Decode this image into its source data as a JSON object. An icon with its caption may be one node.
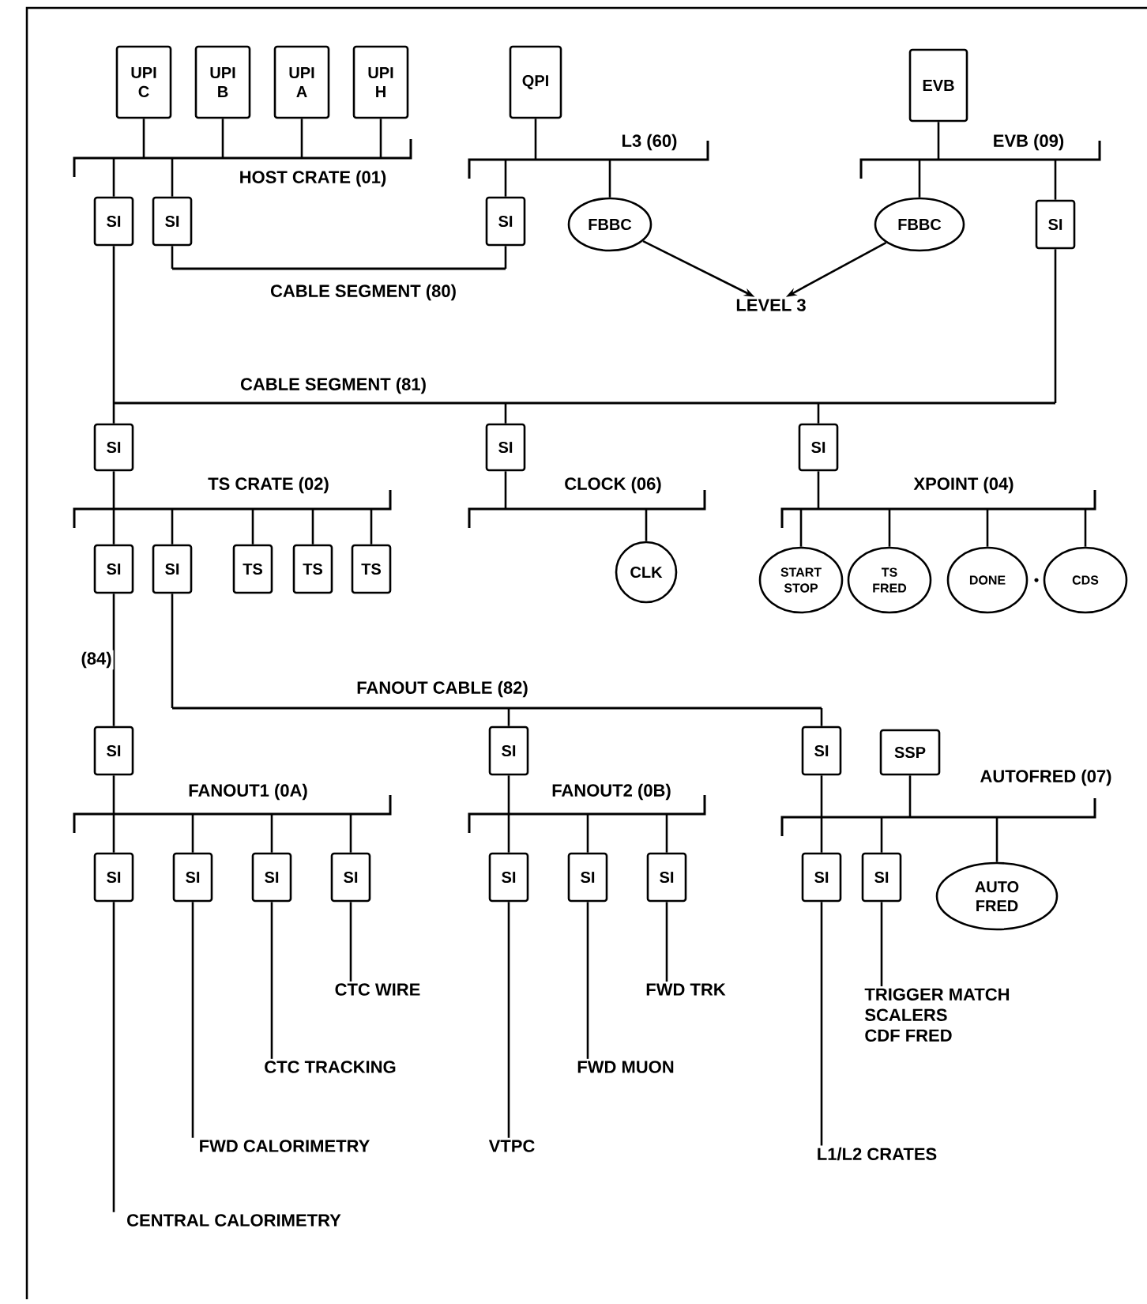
{
  "diagram": {
    "nodes": [
      {
        "text": [
          "UPI C"
        ]
      },
      {
        "text": [
          "UPI B"
        ]
      },
      {
        "text": [
          "UPI A"
        ]
      },
      {
        "text": [
          "UPI H"
        ]
      },
      {
        "text": [
          "QPI"
        ]
      },
      {
        "text": [
          "EVB"
        ]
      },
      {
        "text": [
          "HOST CRATE (01)"
        ]
      },
      {
        "text": [
          "L3 (60)"
        ]
      },
      {
        "text": [
          "EVB (09)"
        ]
      },
      {
        "text": [
          "SI"
        ]
      },
      {
        "text": [
          "SI"
        ]
      },
      {
        "text": [
          "SI"
        ]
      },
      {
        "text": [
          "FBBC"
        ]
      },
      {
        "text": [
          "FBBC"
        ]
      },
      {
        "text": [
          "SI"
        ]
      },
      {
        "text": [
          "LEVEL 3"
        ]
      },
      {
        "text": [
          "CABLE SEGMENT (80)"
        ]
      },
      {
        "text": [
          "CABLE SEGMENT (81)"
        ]
      },
      {
        "text": [
          "SI"
        ]
      },
      {
        "text": [
          "SI"
        ]
      },
      {
        "text": [
          "SI"
        ]
      },
      {
        "text": [
          "TS CRATE (02)"
        ]
      },
      {
        "text": [
          "CLOCK (06)"
        ]
      },
      {
        "text": [
          "XPOINT (04)"
        ]
      },
      {
        "text": [
          "SI"
        ]
      },
      {
        "text": [
          "SI"
        ]
      },
      {
        "text": [
          "TS"
        ]
      },
      {
        "text": [
          "TS"
        ]
      },
      {
        "text": [
          "TS"
        ]
      },
      {
        "text": [
          "CLK"
        ]
      },
      {
        "text": [
          "START STOP"
        ]
      },
      {
        "text": [
          "TS FRED"
        ]
      },
      {
        "text": [
          "DONE"
        ]
      },
      {
        "text": [
          "CDS"
        ]
      },
      {
        "text": [
          "FANOUT CABLE (82)"
        ]
      },
      {
        "text": [
          "SI"
        ]
      },
      {
        "text": [
          "SI"
        ]
      },
      {
        "text": [
          "SI"
        ]
      },
      {
        "text": [
          "SSP"
        ]
      },
      {
        "text": [
          "FANOUT1 (0A)"
        ]
      },
      {
        "text": [
          "FANOUT2 (0B)"
        ]
      },
      {
        "text": [
          "AUTOFRED (07)"
        ]
      },
      {
        "text": [
          "SI"
        ]
      },
      {
        "text": [
          "SI"
        ]
      },
      {
        "text": [
          "SI"
        ]
      },
      {
        "text": [
          "SI"
        ]
      },
      {
        "text": [
          "SI"
        ]
      },
      {
        "text": [
          "SI"
        ]
      },
      {
        "text": [
          "SI"
        ]
      },
      {
        "text": [
          "SI"
        ]
      },
      {
        "text": [
          "SI"
        ]
      },
      {
        "text": [
          "AUTO FRED"
        ]
      },
      {
        "text": [
          "CTC WIRE"
        ]
      },
      {
        "text": [
          "CTC TRACKING"
        ]
      },
      {
        "text": [
          "FWD CALORIMETRY"
        ]
      },
      {
        "text": [
          "CENTRAL CALORIMETRY"
        ]
      },
      {
        "text": [
          "FWD TRK"
        ]
      },
      {
        "text": [
          "FWD MUON"
        ]
      },
      {
        "text": [
          "VTPC"
        ]
      },
      {
        "text": [
          "TRIGGER MATCH",
          "SCALERS",
          "CDF FRED"
        ]
      },
      {
        "text": [
          "L1/L2 CRATES"
        ]
      }
    ],
    "edges": [
      {
        "from": 0,
        "to": 6,
        "arrow": "none"
      },
      {
        "from": 1,
        "to": 6,
        "arrow": "none"
      },
      {
        "from": 2,
        "to": 6,
        "arrow": "none"
      },
      {
        "from": 3,
        "to": 6,
        "arrow": "none"
      },
      {
        "from": 4,
        "to": 7,
        "arrow": "none"
      },
      {
        "from": 5,
        "to": 8,
        "arrow": "none"
      },
      {
        "from": 6,
        "to": 9,
        "arrow": "none"
      },
      {
        "from": 6,
        "to": 10,
        "arrow": "none"
      },
      {
        "from": 7,
        "to": 11,
        "arrow": "none"
      },
      {
        "from": 7,
        "to": 12,
        "arrow": "none"
      },
      {
        "from": 8,
        "to": 13,
        "arrow": "none"
      },
      {
        "from": 8,
        "to": 14,
        "arrow": "none"
      },
      {
        "from": 12,
        "to": 15,
        "arrow": "to"
      },
      {
        "from": 13,
        "to": 15,
        "arrow": "to"
      },
      {
        "from": 10,
        "to": 16,
        "arrow": "none"
      },
      {
        "from": 11,
        "to": 16,
        "arrow": "none"
      },
      {
        "from": 9,
        "to": 17,
        "arrow": "none"
      },
      {
        "from": 14,
        "to": 17,
        "arrow": "none"
      },
      {
        "from": 17,
        "to": 18,
        "arrow": "none"
      },
      {
        "from": 17,
        "to": 19,
        "arrow": "none"
      },
      {
        "from": 17,
        "to": 20,
        "arrow": "none"
      },
      {
        "from": 18,
        "to": 21,
        "arrow": "none"
      },
      {
        "from": 19,
        "to": 22,
        "arrow": "none"
      },
      {
        "from": 20,
        "to": 23,
        "arrow": "none"
      },
      {
        "from": 21,
        "to": 24,
        "arrow": "none"
      },
      {
        "from": 21,
        "to": 25,
        "arrow": "none"
      },
      {
        "from": 21,
        "to": 26,
        "arrow": "none"
      },
      {
        "from": 21,
        "to": 27,
        "arrow": "none"
      },
      {
        "from": 21,
        "to": 28,
        "arrow": "none"
      },
      {
        "from": 22,
        "to": 29,
        "arrow": "none"
      },
      {
        "from": 23,
        "to": 30,
        "arrow": "none"
      },
      {
        "from": 23,
        "to": 31,
        "arrow": "none"
      },
      {
        "from": 23,
        "to": 32,
        "arrow": "none"
      },
      {
        "from": 23,
        "to": 33,
        "arrow": "none"
      },
      {
        "from": 24,
        "to": 35,
        "arrow": "none",
        "label": "(84)"
      },
      {
        "from": 25,
        "to": 34,
        "arrow": "none"
      },
      {
        "from": 34,
        "to": 36,
        "arrow": "none"
      },
      {
        "from": 34,
        "to": 37,
        "arrow": "none"
      },
      {
        "from": 35,
        "to": 39,
        "arrow": "none"
      },
      {
        "from": 36,
        "to": 40,
        "arrow": "none"
      },
      {
        "from": 37,
        "to": 41,
        "arrow": "none"
      },
      {
        "from": 38,
        "to": 41,
        "arrow": "none"
      },
      {
        "from": 39,
        "to": 42,
        "arrow": "none"
      },
      {
        "from": 39,
        "to": 43,
        "arrow": "none"
      },
      {
        "from": 39,
        "to": 44,
        "arrow": "none"
      },
      {
        "from": 39,
        "to": 45,
        "arrow": "none"
      },
      {
        "from": 40,
        "to": 46,
        "arrow": "none"
      },
      {
        "from": 40,
        "to": 47,
        "arrow": "none"
      },
      {
        "from": 40,
        "to": 48,
        "arrow": "none"
      },
      {
        "from": 41,
        "to": 49,
        "arrow": "none"
      },
      {
        "from": 41,
        "to": 50,
        "arrow": "none"
      },
      {
        "from": 41,
        "to": 51,
        "arrow": "none"
      },
      {
        "from": 42,
        "to": 55,
        "arrow": "none"
      },
      {
        "from": 43,
        "to": 54,
        "arrow": "none"
      },
      {
        "from": 44,
        "to": 53,
        "arrow": "none"
      },
      {
        "from": 45,
        "to": 52,
        "arrow": "none"
      },
      {
        "from": 46,
        "to": 58,
        "arrow": "none"
      },
      {
        "from": 47,
        "to": 57,
        "arrow": "none"
      },
      {
        "from": 48,
        "to": 56,
        "arrow": "none"
      },
      {
        "from": 49,
        "to": 60,
        "arrow": "none"
      },
      {
        "from": 50,
        "to": 59,
        "arrow": "none"
      }
    ]
  }
}
